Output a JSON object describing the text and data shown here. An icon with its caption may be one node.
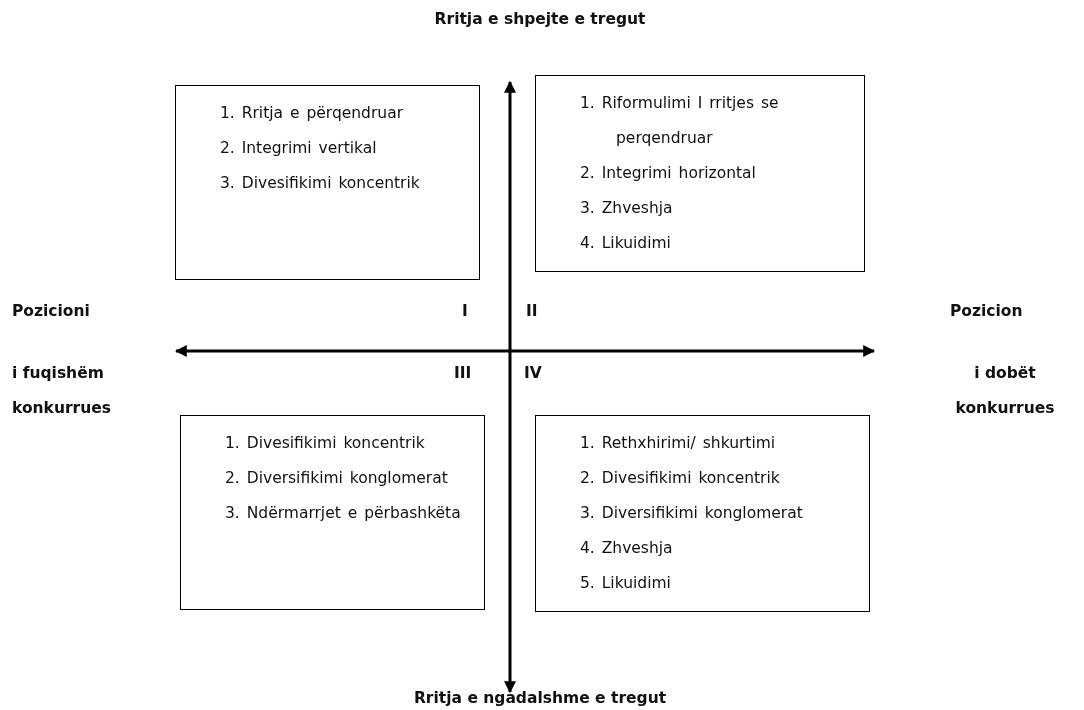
{
  "diagram": {
    "nodes": [
      {
        "text": [
          "1. Rritja e përqendruar",
          "2. Integrimi vertikal",
          "3. Divesifikimi koncentrik"
        ]
      },
      {
        "text": [
          "1. Riformulimi I rritjes se perqendruar",
          "2. Integrimi horizontal",
          "3. Zhveshja",
          "4. Likuidimi"
        ]
      },
      {
        "text": [
          "1. Divesifikimi koncentrik",
          "2. Diversifikimi konglomerat",
          "3. Ndërmarrjet e përbashkëta"
        ]
      },
      {
        "text": [
          "1. Rethxhirimi/ shkurtimi",
          "2. Divesifikimi koncentrik",
          "3. Diversifikimi konglomerat",
          "4. Zhveshja",
          "5. Likuidimi"
        ]
      }
    ],
    "labels": [
      "Rritja e shpejte e tregut",
      "Pozicioni",
      "I",
      "II",
      "Pozicion",
      "i fuqishëm konkurrues",
      "III",
      "IV",
      "i dobët konkurrues",
      "Rritja e ngadalshme e tregut"
    ]
  }
}
